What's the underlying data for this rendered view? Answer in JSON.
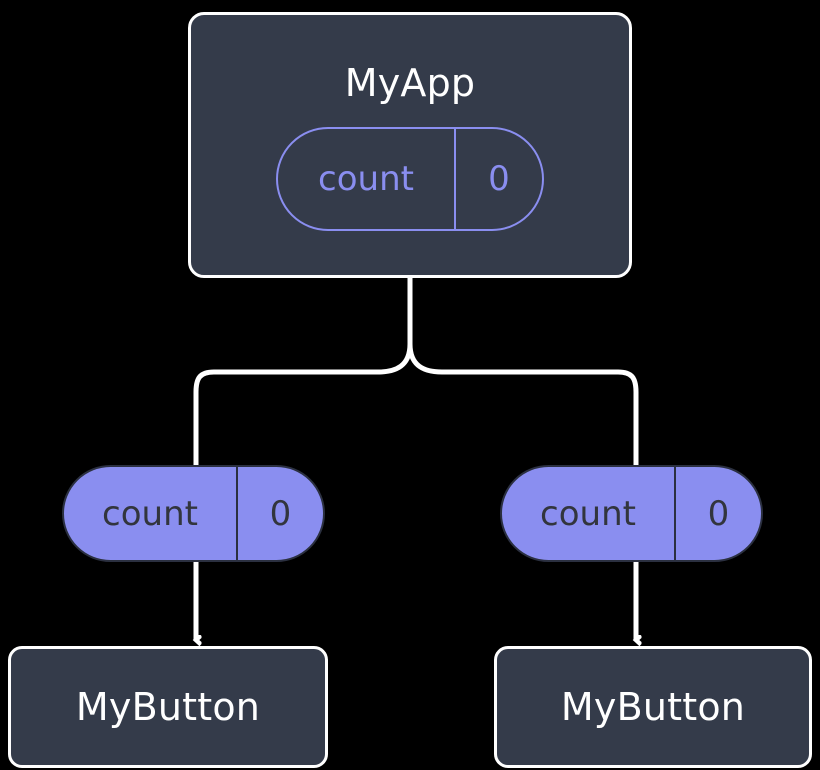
{
  "diagram": {
    "type": "component-tree",
    "background_color": "#000000",
    "palette": {
      "card_fill": "#343b4a",
      "card_border": "#ffffff",
      "pill_fill": "#8a8ef0",
      "pill_outline": "#8a8ef0",
      "pill_text_dark": "#32353d",
      "edge_color": "#ffffff",
      "title_color": "#ffffff"
    },
    "root": {
      "title": "MyApp",
      "state": {
        "key": "count",
        "value": "0"
      }
    },
    "children": [
      {
        "title": "MyButton",
        "prop": {
          "key": "count",
          "value": "0"
        }
      },
      {
        "title": "MyButton",
        "prop": {
          "key": "count",
          "value": "0"
        }
      }
    ],
    "edges": [
      {
        "from": "MyApp",
        "to": "left-prop-pill",
        "style": "branch",
        "arrow": false
      },
      {
        "from": "MyApp",
        "to": "right-prop-pill",
        "style": "branch",
        "arrow": false
      },
      {
        "from": "left-prop-pill",
        "to": "MyButton-left",
        "style": "straight",
        "arrow": true
      },
      {
        "from": "right-prop-pill",
        "to": "MyButton-right",
        "style": "straight",
        "arrow": true
      }
    ]
  }
}
